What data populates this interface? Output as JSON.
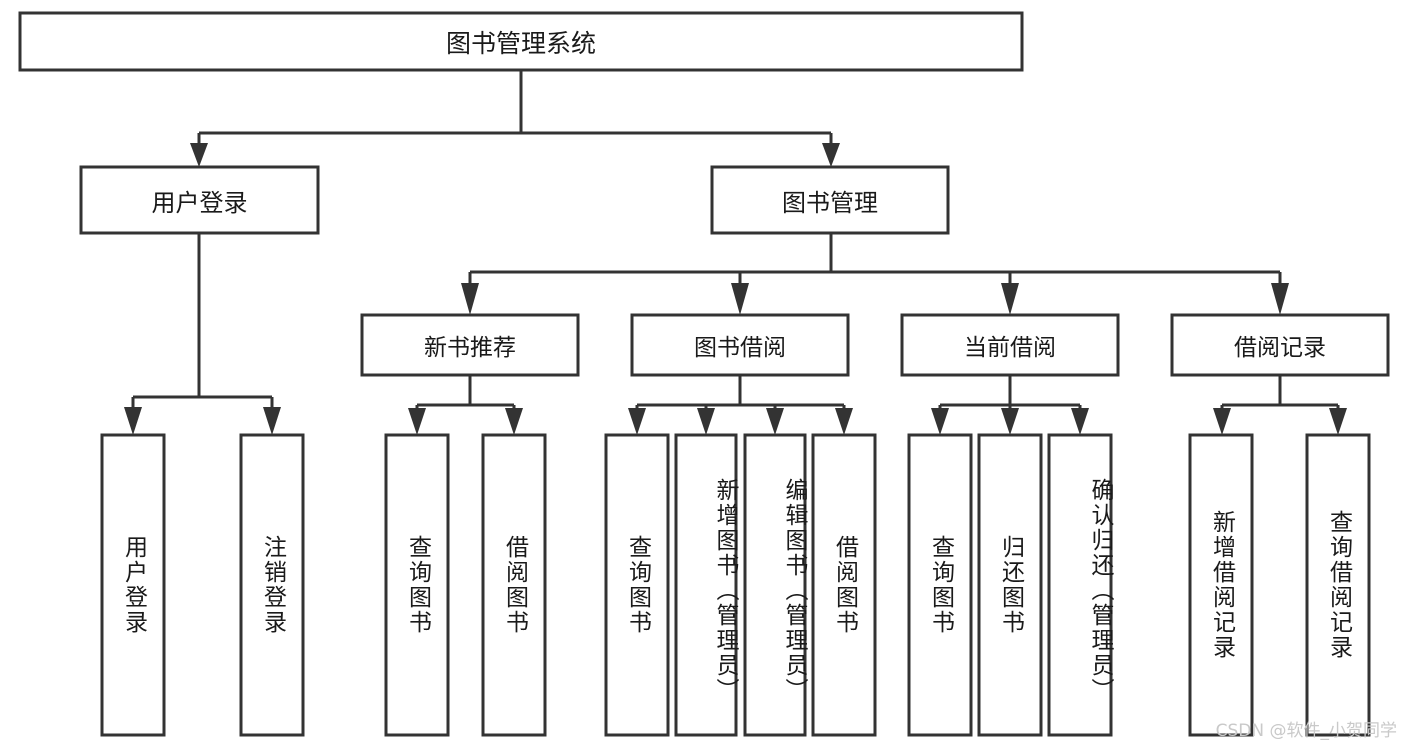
{
  "diagram": {
    "type": "hierarchy-tree",
    "title": "图书管理系统",
    "root": {
      "id": "root",
      "label": "图书管理系统"
    },
    "level2": [
      {
        "id": "user-login",
        "label": "用户登录"
      },
      {
        "id": "book-manage",
        "label": "图书管理"
      }
    ],
    "level3": [
      {
        "id": "new-book-recommend",
        "label": "新书推荐"
      },
      {
        "id": "book-borrow",
        "label": "图书借阅"
      },
      {
        "id": "current-borrow",
        "label": "当前借阅"
      },
      {
        "id": "borrow-record",
        "label": "借阅记录"
      }
    ],
    "leaves": {
      "user_login": [
        {
          "id": "leaf-user-login",
          "label": "用户登录"
        },
        {
          "id": "leaf-logout-login",
          "label": "注销登录"
        }
      ],
      "new_book_recommend": [
        {
          "id": "leaf-query-book-1",
          "label": "查询图书"
        },
        {
          "id": "leaf-borrow-book-1",
          "label": "借阅图书"
        }
      ],
      "book_borrow": [
        {
          "id": "leaf-query-book-2",
          "label": "查询图书"
        },
        {
          "id": "leaf-add-book",
          "label": "新增图书（管理员）"
        },
        {
          "id": "leaf-edit-book",
          "label": "编辑图书（管理员）"
        },
        {
          "id": "leaf-borrow-book-2",
          "label": "借阅图书"
        }
      ],
      "current_borrow": [
        {
          "id": "leaf-query-book-3",
          "label": "查询图书"
        },
        {
          "id": "leaf-return-book",
          "label": "归还图书"
        },
        {
          "id": "leaf-confirm-return",
          "label": "确认归还（管理员）"
        }
      ],
      "borrow_record": [
        {
          "id": "leaf-add-borrow-record",
          "label": "新增借阅记录"
        },
        {
          "id": "leaf-query-borrow-record",
          "label": "查询借阅记录"
        }
      ]
    }
  },
  "watermark": {
    "text": "CSDN @软件_小贺同学"
  },
  "colors": {
    "stroke": "#333333",
    "box_fill": "#ffffff",
    "text": "#1a1a1a",
    "background": "#ffffff",
    "watermark": "#c9c9c9"
  }
}
